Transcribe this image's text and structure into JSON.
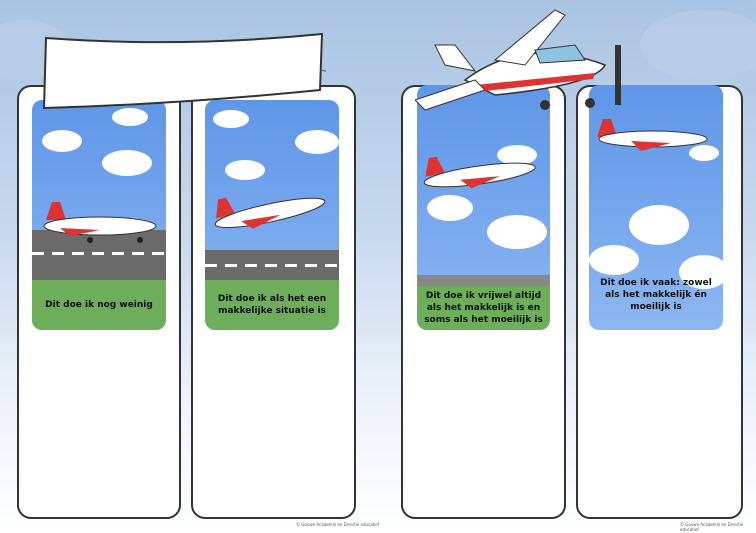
{
  "banner": {
    "title": ""
  },
  "columns": [
    {
      "caption": "Dit doe ik nog weinig"
    },
    {
      "caption": "Dit doe ik als het een makkelijke situatie is"
    },
    {
      "caption": "Dit doe ik vrijwel altijd als het makkelijk is en soms als het moeilijk is"
    },
    {
      "caption": "Dit doe ik vaak: zowel als het makkelijk én moeilijk is"
    }
  ],
  "footer": {
    "left": "© Gouwe Academie en Directie educatief",
    "right": "© Gouwe Academie en Directie educatief"
  }
}
